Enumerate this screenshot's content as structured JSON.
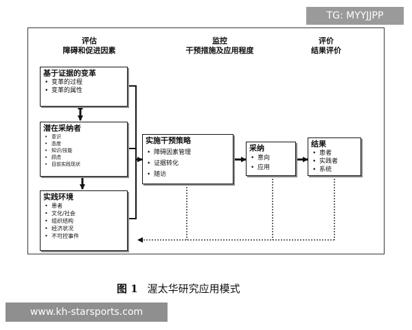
{
  "watermark_top": "TG: MYYJJPP",
  "watermark_bottom": "www.kh-starsports.com",
  "columns": {
    "assess": {
      "line1": "评估",
      "line2": "障碍和促进因素"
    },
    "monitor": {
      "line1": "监控",
      "line2": "干预措施及应用程度"
    },
    "evaluate": {
      "line1": "评价",
      "line2": "结果评价"
    }
  },
  "boxes": {
    "evidence_change": {
      "title": "基于证据的变革",
      "items": [
        "变革的过程",
        "变革的属性"
      ]
    },
    "potential_adopters": {
      "title": "潜在采纳者",
      "items": [
        "意识",
        "态度",
        "知识/技能",
        "顾虑",
        "目前实践现状"
      ]
    },
    "practice_environment": {
      "title": "实践环境",
      "items": [
        "患者",
        "文化/社会",
        "组织结构",
        "经济状况",
        "不可控事件"
      ]
    },
    "intervention": {
      "title": "实施干预策略",
      "items": [
        "障碍因素管理",
        "证据转化",
        "随访"
      ]
    },
    "adoption": {
      "title": "采纳",
      "items": [
        "意向",
        "应用"
      ]
    },
    "outcome": {
      "title": "结果",
      "items": [
        "患者",
        "实践者",
        "系统"
      ]
    }
  },
  "caption": {
    "label": "图 1",
    "text": "渥太华研究应用模式"
  }
}
